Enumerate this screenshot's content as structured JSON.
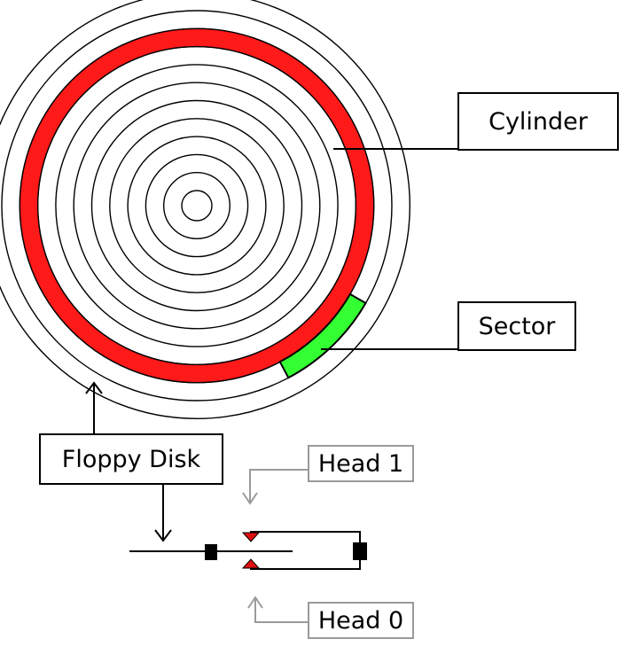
{
  "labels": {
    "cylinder": "Cylinder",
    "sector": "Sector",
    "floppy_disk": "Floppy Disk",
    "head1": "Head 1",
    "head0": "Head 0"
  },
  "disk": {
    "track_count": 11,
    "highlighted_cylinder_track": 9,
    "sector_track": 10,
    "sector_arc_degrees": [
      30,
      62
    ]
  },
  "colors": {
    "cylinder": "#ff1a1a",
    "sector": "#33ff33",
    "head_marker": "#e01010",
    "line": "#000000",
    "callout_gray": "#9a9a9a",
    "background": "#ffffff"
  }
}
